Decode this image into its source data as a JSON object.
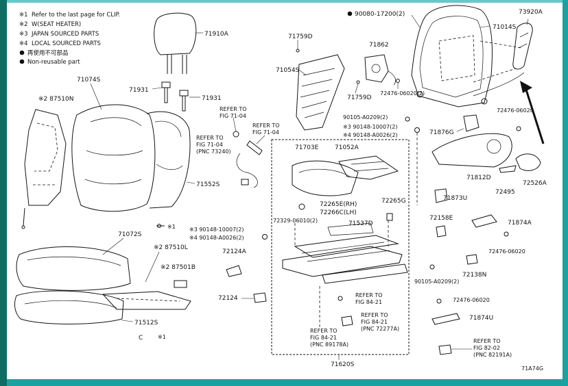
{
  "legend": [
    {
      "mark": "※1",
      "text": "Refer to the last page for CLIP."
    },
    {
      "mark": "※2",
      "text": "W(SEAT HEATER)"
    },
    {
      "mark": "※3",
      "text": "JAPAN SOURCED PARTS"
    },
    {
      "mark": "※4",
      "text": "LOCAL SOURCED PARTS"
    },
    {
      "mark": "●",
      "text": "再使用不可部品"
    },
    {
      "mark": "●",
      "text": "Non-reusable part"
    }
  ],
  "labels": {
    "p71910A": "71910A",
    "p71074S": "71074S",
    "p87510N": "※2 87510N",
    "p71931a": "71931",
    "p71931b": "71931",
    "p71552S": "71552S",
    "p71759Da": "71759D",
    "p71054S": "71054S",
    "p71862": "71862",
    "p71759Db": "71759D",
    "p90080": "90080-17200(2)",
    "p71014S": "71014S",
    "p73920A": "73920A",
    "p72476a": "72476-06020(2)",
    "p72476b": "72476-06020",
    "p90105a": "90105-A0209(2)",
    "p90148a3": "※3 90148-10007(2)",
    "p90148a4": "※4 90148-A0026(2)",
    "p71876G": "71876G",
    "p71812D": "71812D",
    "p72526A": "72526A",
    "p72495": "72495",
    "p71873U": "71873U",
    "p71874A": "71874A",
    "p72476c": "72476-06020",
    "p72158E": "72158E",
    "p71703E": "71703E",
    "p71052A": "71052A",
    "p72265E": "72265E(RH)",
    "p72266C": "72266C(LH)",
    "p72265G": "72265G",
    "p72329": "72329-06010(2)",
    "p71537D": "71537D",
    "p90148b3": "※3 90148-10007(2)",
    "p90148b4": "※4 90148-A0026(2)",
    "p71072S": "71072S",
    "p87510L": "※2 87510L",
    "p87501B": "※2 87501B",
    "p72124A": "72124A",
    "p72124": "72124",
    "p71512S": "71512S",
    "clipC": "C",
    "clipMark": "※1",
    "clipMark2": "※1",
    "p90105b": "90105-A0209(2)",
    "p72138N": "72138N",
    "p72476d": "72476-06020",
    "p71874U": "71874U",
    "p71620S": "71620S",
    "figId": "71A74G"
  },
  "refs": {
    "r1": [
      "REFER TO",
      "FIG 71-04"
    ],
    "r2": [
      "REFER TO",
      "FIG 71-04"
    ],
    "r3": [
      "REFER TO",
      "FIG 71-04",
      "(PNC 73240)"
    ],
    "r4": [
      "REFER TO",
      "FIG 84-21"
    ],
    "r5": [
      "REFER TO",
      "FIG 84-21",
      "(PNC 72277A)"
    ],
    "r6": [
      "REFER TO",
      "FIG 84-21",
      "(PNC 89178A)"
    ],
    "r7": [
      "REFER TO",
      "FIG 82-02",
      "(PNC 82191A)"
    ]
  }
}
